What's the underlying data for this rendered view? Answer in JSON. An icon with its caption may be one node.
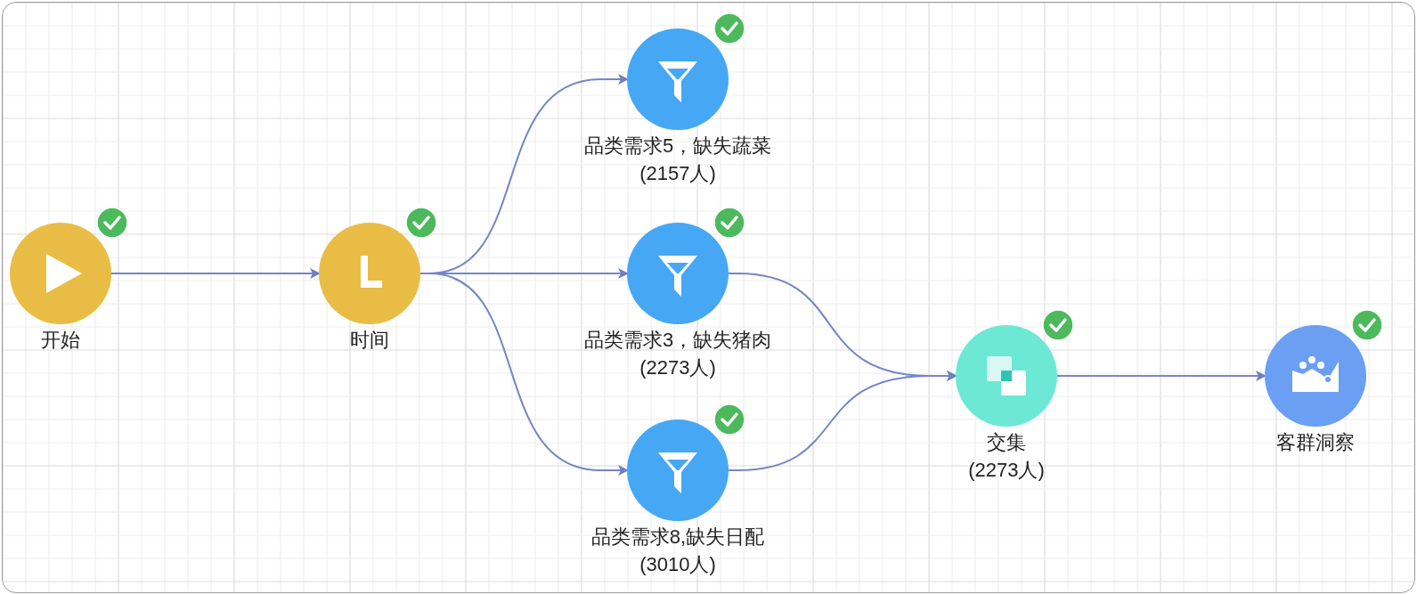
{
  "diagram": {
    "nodes": [
      {
        "text": [
          "开始"
        ]
      },
      {
        "text": [
          "时间"
        ]
      },
      {
        "text": [
          "品类需求5，缺失蔬菜",
          "(2157人)"
        ]
      },
      {
        "text": [
          "品类需求3，缺失猪肉",
          "(2273人)"
        ]
      },
      {
        "text": [
          "品类需求8,缺失日配",
          "(3010人)"
        ]
      },
      {
        "text": [
          "交集",
          "(2273人)"
        ]
      },
      {
        "text": [
          "客群洞察"
        ]
      }
    ],
    "edges": [
      {
        "from": 0,
        "to": 1,
        "arrow": "to"
      },
      {
        "from": 1,
        "to": 2,
        "arrow": "to"
      },
      {
        "from": 1,
        "to": 3,
        "arrow": "to"
      },
      {
        "from": 1,
        "to": 4,
        "arrow": "to"
      },
      {
        "from": 3,
        "to": 5,
        "arrow": "to"
      },
      {
        "from": 4,
        "to": 5,
        "arrow": "to"
      },
      {
        "from": 5,
        "to": 6,
        "arrow": "to"
      }
    ]
  }
}
